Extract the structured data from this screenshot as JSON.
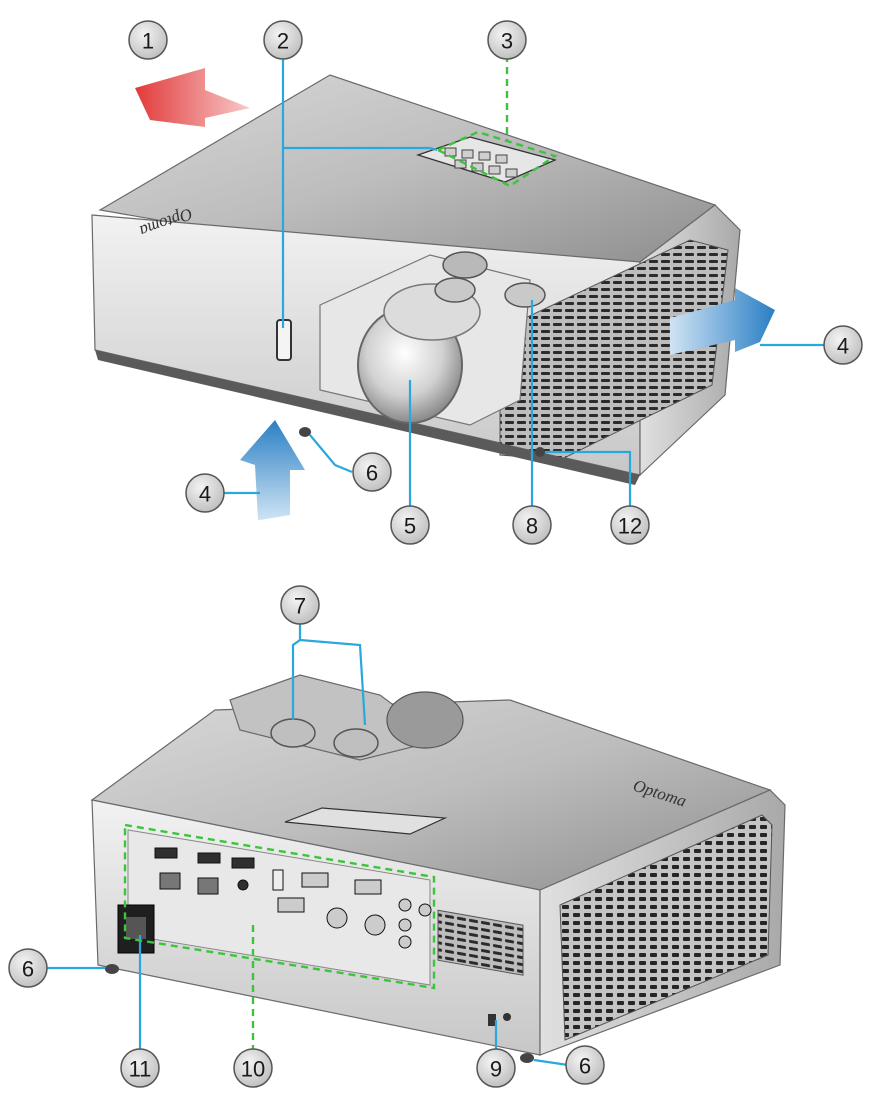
{
  "brand": {
    "logo_text": "Optoma"
  },
  "colors": {
    "leader": "#29a8dc",
    "dashed_outline": "#3cc43c",
    "exhaust_arrow": "#e23a3a",
    "intake_arrow": "#2a7fc4",
    "callout_fill": "#d4d4d4"
  },
  "callouts": [
    {
      "label": "1"
    },
    {
      "label": "2"
    },
    {
      "label": "3"
    },
    {
      "label": "4"
    },
    {
      "label": "4"
    },
    {
      "label": "6"
    },
    {
      "label": "5"
    },
    {
      "label": "8"
    },
    {
      "label": "12"
    },
    {
      "label": "7"
    },
    {
      "label": "6"
    },
    {
      "label": "11"
    },
    {
      "label": "10"
    },
    {
      "label": "9"
    },
    {
      "label": "6"
    }
  ],
  "arrows": [
    {
      "kind": "exhaust",
      "icon": "airflow-out-arrow"
    },
    {
      "kind": "intake",
      "icon": "airflow-in-arrow"
    },
    {
      "kind": "intake",
      "icon": "airflow-in-arrow"
    }
  ]
}
